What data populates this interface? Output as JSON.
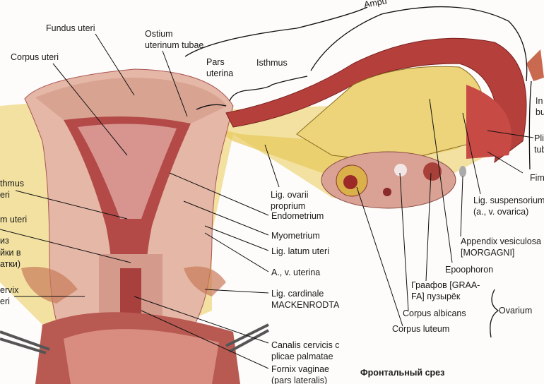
{
  "title": "Фронтальный срез",
  "labels": {
    "fundus": "Fundus uteri",
    "ostium1": "Ostium",
    "ostium2": "uterinum tubae",
    "corpus": "Corpus uteri",
    "pars1": "Pars",
    "pars2": "uterina",
    "isthmus": "Isthmus",
    "ampulla": "Ampu",
    "ligovarii1": "Lig. ovarii",
    "ligovarii2": "proprium",
    "ligsusp1": "Lig. suspensorium",
    "ligsusp2": "(a., v. ovarica)",
    "appendix1": "Appendix vesiculosa",
    "appendix2": "[MORGAGNI]",
    "epoophoron": "Epoophoron",
    "graaf1": "Граафов [GRAA-",
    "graaf2": "FA] пузырёк",
    "ovarium": "Ovarium",
    "albicans": "Corpus albicans",
    "luteum": "Corpus luteum",
    "endometrium": "Endometrium",
    "myometrium": "Myometrium",
    "liglatum": "Lig. latum uteri",
    "auterina": "A., v. uterina",
    "ligcard1": "Lig. cardinale",
    "ligcard2": "MACKENRODTA",
    "canalis1": "Canalis cervicis c",
    "canalis2": "plicae palmatae",
    "fornix1": "Fornix vaginae",
    "fornix2": "(pars lateralis)",
    "left_isthmus1": "thmus",
    "left_isthmus2": "eri",
    "left_cavum": "m uteri",
    "left_ru1": "из",
    "left_ru2": "йки в",
    "left_ru3": "атки)",
    "left_cervix1": "ervix",
    "left_cervix2": "eri",
    "right_infund1": "In",
    "right_infund2": "bu",
    "right_plicae1": "Pli",
    "right_plicae2": "tub",
    "right_fimbriae": "Fim"
  }
}
